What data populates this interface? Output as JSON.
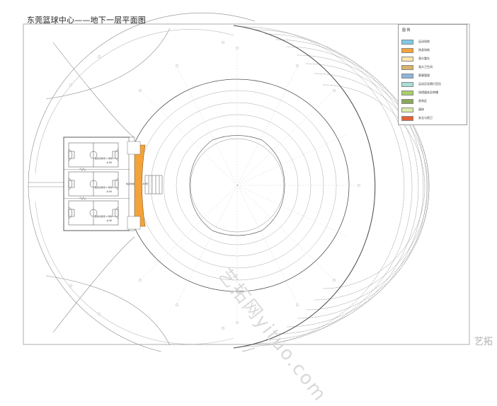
{
  "title": "东莞篮球中心——地下一层平面图",
  "legend": {
    "title": "图 例",
    "items": [
      {
        "color": "#7fc9e6",
        "label": "运动场地"
      },
      {
        "color": "#f3a33a",
        "label": "热身场地"
      },
      {
        "color": "#fde6a8",
        "label": "观众看台"
      },
      {
        "color": "#d9b36a",
        "label": "观众卫生间"
      },
      {
        "color": "#8fb4dc",
        "label": "赛事管理"
      },
      {
        "color": "#a8e0d8",
        "label": "运动员及随行官员"
      },
      {
        "color": "#a8cf6a",
        "label": "场馆媒体及转播"
      },
      {
        "color": "#8aa85a",
        "label": "贵宾区"
      },
      {
        "color": "#d9ecaa",
        "label": "媒体"
      },
      {
        "color": "#e2603a",
        "label": "安全与保卫"
      }
    ]
  },
  "labels": {
    "court_top": "篮球训练场 1  场地",
    "court_mid": "篮球训练场 2  场地",
    "court_bot": "篮球训练场 3  场地",
    "warmup": "热身场地",
    "level_a": "-6.90",
    "level_b": "-6.90",
    "level_c": "-6.90",
    "level_d": "-6.90"
  },
  "watermark": "艺拓网yituo.com",
  "corner_logo": "艺拓"
}
